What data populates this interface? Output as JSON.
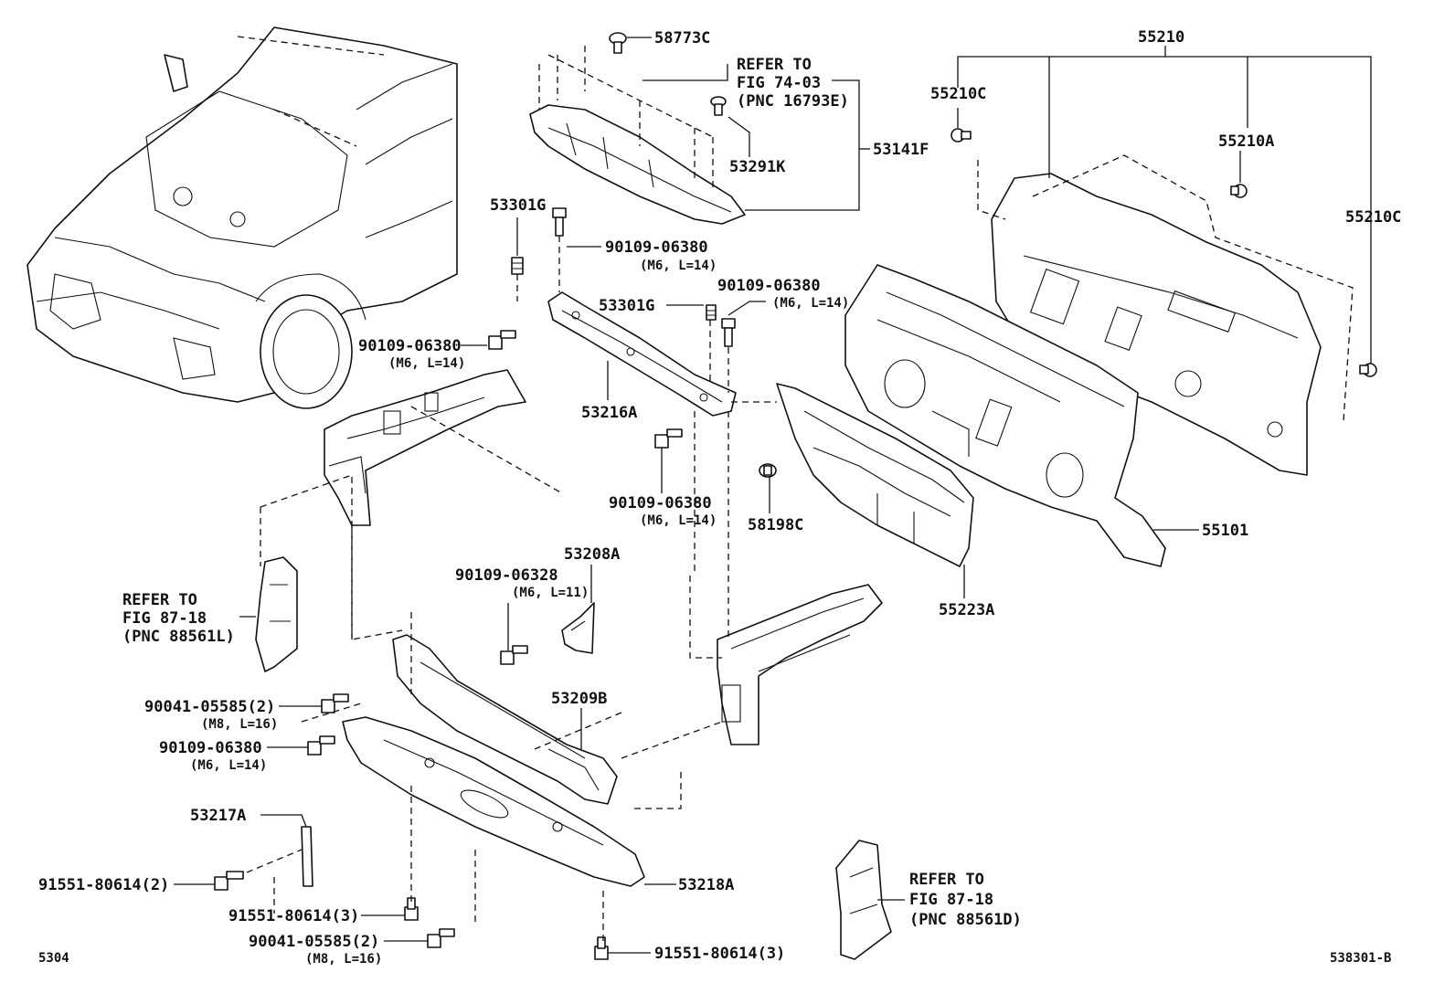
{
  "labels": {
    "p58773C": "58773C",
    "refer74_l1": "REFER TO",
    "refer74_l2": "FIG 74-03",
    "refer74_l3": "(PNC 16793E)",
    "p53291K": "53291K",
    "p53141F": "53141F",
    "p55210": "55210",
    "p55210C_a": "55210C",
    "p55210A": "55210A",
    "p55210C_b": "55210C",
    "p53301G_a": "53301G",
    "p90109_a": "90109-06380",
    "p90109_a_sub": "(M6, L=14)",
    "p90109_b": "90109-06380",
    "p90109_b_sub": "(M6, L=14)",
    "p53301G_b": "53301G",
    "p90109_c": "90109-06380",
    "p90109_c_sub": "(M6, L=14)",
    "p53216A": "53216A",
    "p90109_d": "90109-06380",
    "p90109_d_sub": "(M6, L=14)",
    "p58198C": "58198C",
    "p55101": "55101",
    "p55223A": "55223A",
    "p53208A": "53208A",
    "p90109_06328": "90109-06328",
    "p90109_06328_sub": "(M6, L=11)",
    "refer87L_l1": "REFER TO",
    "refer87L_l2": "FIG 87-18",
    "refer87L_l3": "(PNC 88561L)",
    "p90041_a": "90041-05585(2)",
    "p90041_a_sub": "(M8, L=16)",
    "p90109_e": "90109-06380",
    "p90109_e_sub": "(M6, L=14)",
    "p53209B": "53209B",
    "p53217A": "53217A",
    "p91551_a": "91551-80614(2)",
    "p53218A": "53218A",
    "p91551_b": "91551-80614(3)",
    "p90041_b": "90041-05585(2)",
    "p90041_b_sub": "(M8, L=16)",
    "p91551_c": "91551-80614(3)",
    "refer87D_l1": "REFER TO",
    "refer87D_l2": "FIG 87-18",
    "refer87D_l3": "(PNC 88561D)",
    "corner_left": "5304",
    "corner_right": "538301-B"
  }
}
